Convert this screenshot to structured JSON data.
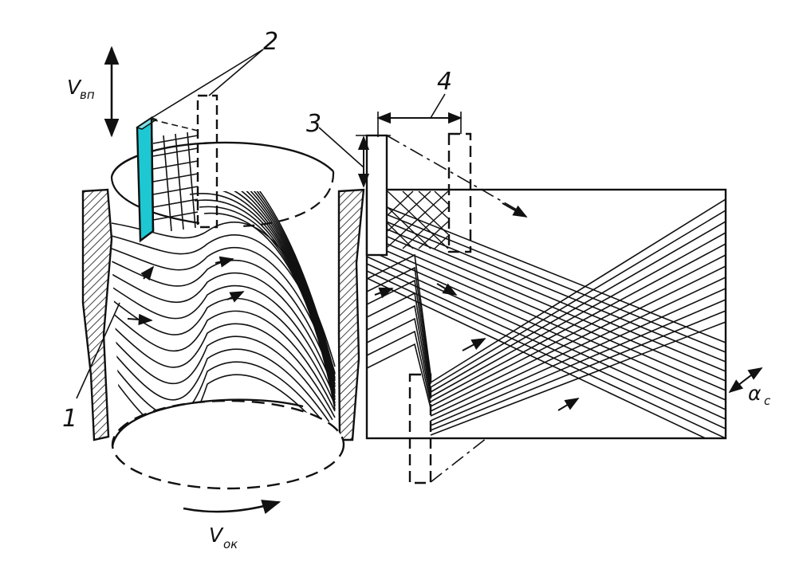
{
  "labels": {
    "callout_1": "1",
    "callout_2": "2",
    "callout_3": "3",
    "callout_4": "4",
    "v_vp_main": "V",
    "v_vp_sub": "вп",
    "v_ok_main": "V",
    "v_ok_sub": "ок",
    "alpha_main": "α",
    "alpha_sub": "с"
  },
  "colors": {
    "ink": "#111111",
    "highlight_tool": "#1ec8d2",
    "background": "#ffffff"
  },
  "icons": {
    "v_vp_arrow": "double-headed-vertical-arrow",
    "v_ok_arrow": "curved-rotation-arrow"
  }
}
